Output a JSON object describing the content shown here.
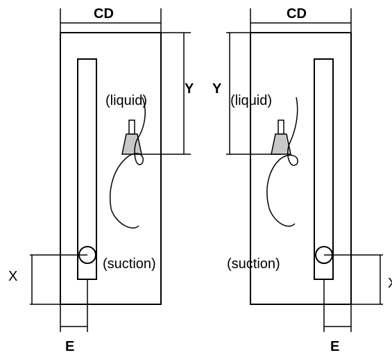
{
  "left_panel": {
    "width_label": "CD",
    "height_label": "Y",
    "liquid_label": "(liquid)",
    "suction_label": "(suction)",
    "offset_label": "X",
    "slot_label": "E"
  },
  "right_panel": {
    "width_label": "CD",
    "height_label": "Y",
    "liquid_label": "(liquid)",
    "suction_label": "(suction)",
    "offset_label": "X",
    "slot_label": "E"
  },
  "colors": {
    "stroke": "#000000",
    "nozzle_fill": "#c8c8c8",
    "background": "#ffffff"
  }
}
